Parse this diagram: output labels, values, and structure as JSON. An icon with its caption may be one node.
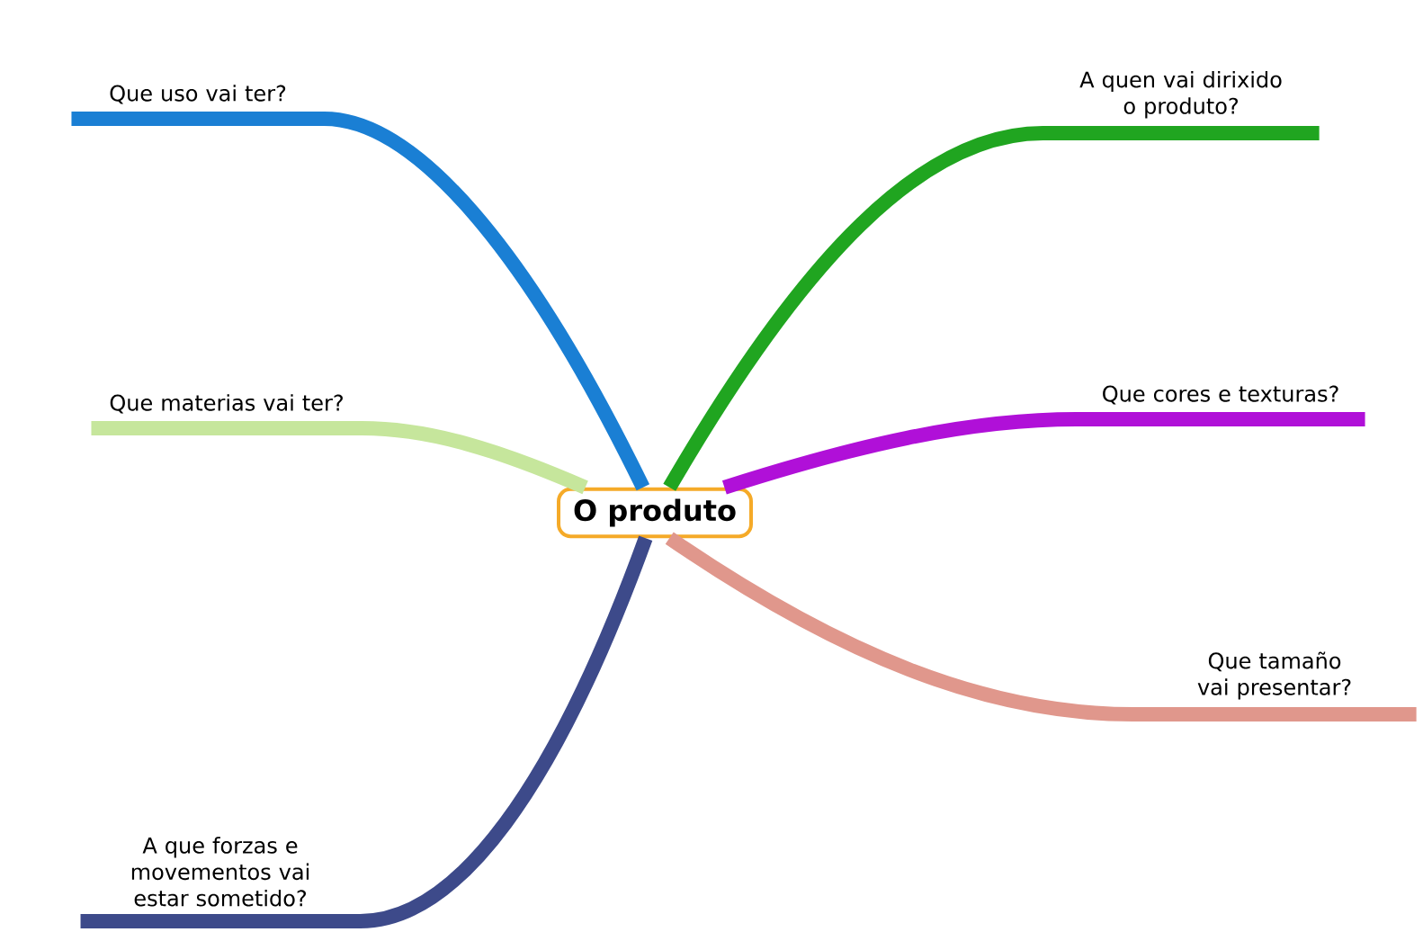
{
  "diagram": {
    "nodes": [
      {
        "text": [
          "O produto"
        ]
      },
      {
        "text": [
          "Que uso vai ter?"
        ]
      },
      {
        "text": [
          "A quen vai dirixido o produto?"
        ]
      },
      {
        "text": [
          "Que materias vai ter?"
        ]
      },
      {
        "text": [
          "Que cores e texturas?"
        ]
      },
      {
        "text": [
          "A que forzas e movementos vai estar sometido?"
        ]
      },
      {
        "text": [
          "Que tamaño vai presentar?"
        ]
      }
    ],
    "edges": [
      {
        "from": 0,
        "to": 1,
        "arrow": "none",
        "color": "#1a7fd4"
      },
      {
        "from": 0,
        "to": 2,
        "arrow": "none",
        "color": "#20a520"
      },
      {
        "from": 0,
        "to": 3,
        "arrow": "none",
        "color": "#c6e69c"
      },
      {
        "from": 0,
        "to": 4,
        "arrow": "none",
        "color": "#b010d8"
      },
      {
        "from": 0,
        "to": 5,
        "arrow": "none",
        "color": "#3d4a8a"
      },
      {
        "from": 0,
        "to": 6,
        "arrow": "none",
        "color": "#e0978c"
      }
    ]
  }
}
